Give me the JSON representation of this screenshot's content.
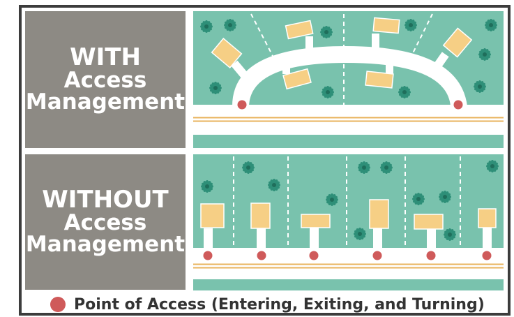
{
  "panels": {
    "with": {
      "line1": "WITH",
      "line2": "Access",
      "line3": "Management"
    },
    "without": {
      "line1": "WITHOUT",
      "line2": "Access",
      "line3": "Management"
    }
  },
  "legend": {
    "text": "Point of Access (Entering, Exiting, and Turning)",
    "marker": "red-dot"
  },
  "colors": {
    "border": "#3c3c3c",
    "label_bg": "#8d8a84",
    "land": "#79c2ad",
    "road": "#ffffff",
    "building": "#f6cf85",
    "tree": "#2e8f78",
    "access_point": "#cf5a5a",
    "median_line": "#e8b35c"
  }
}
